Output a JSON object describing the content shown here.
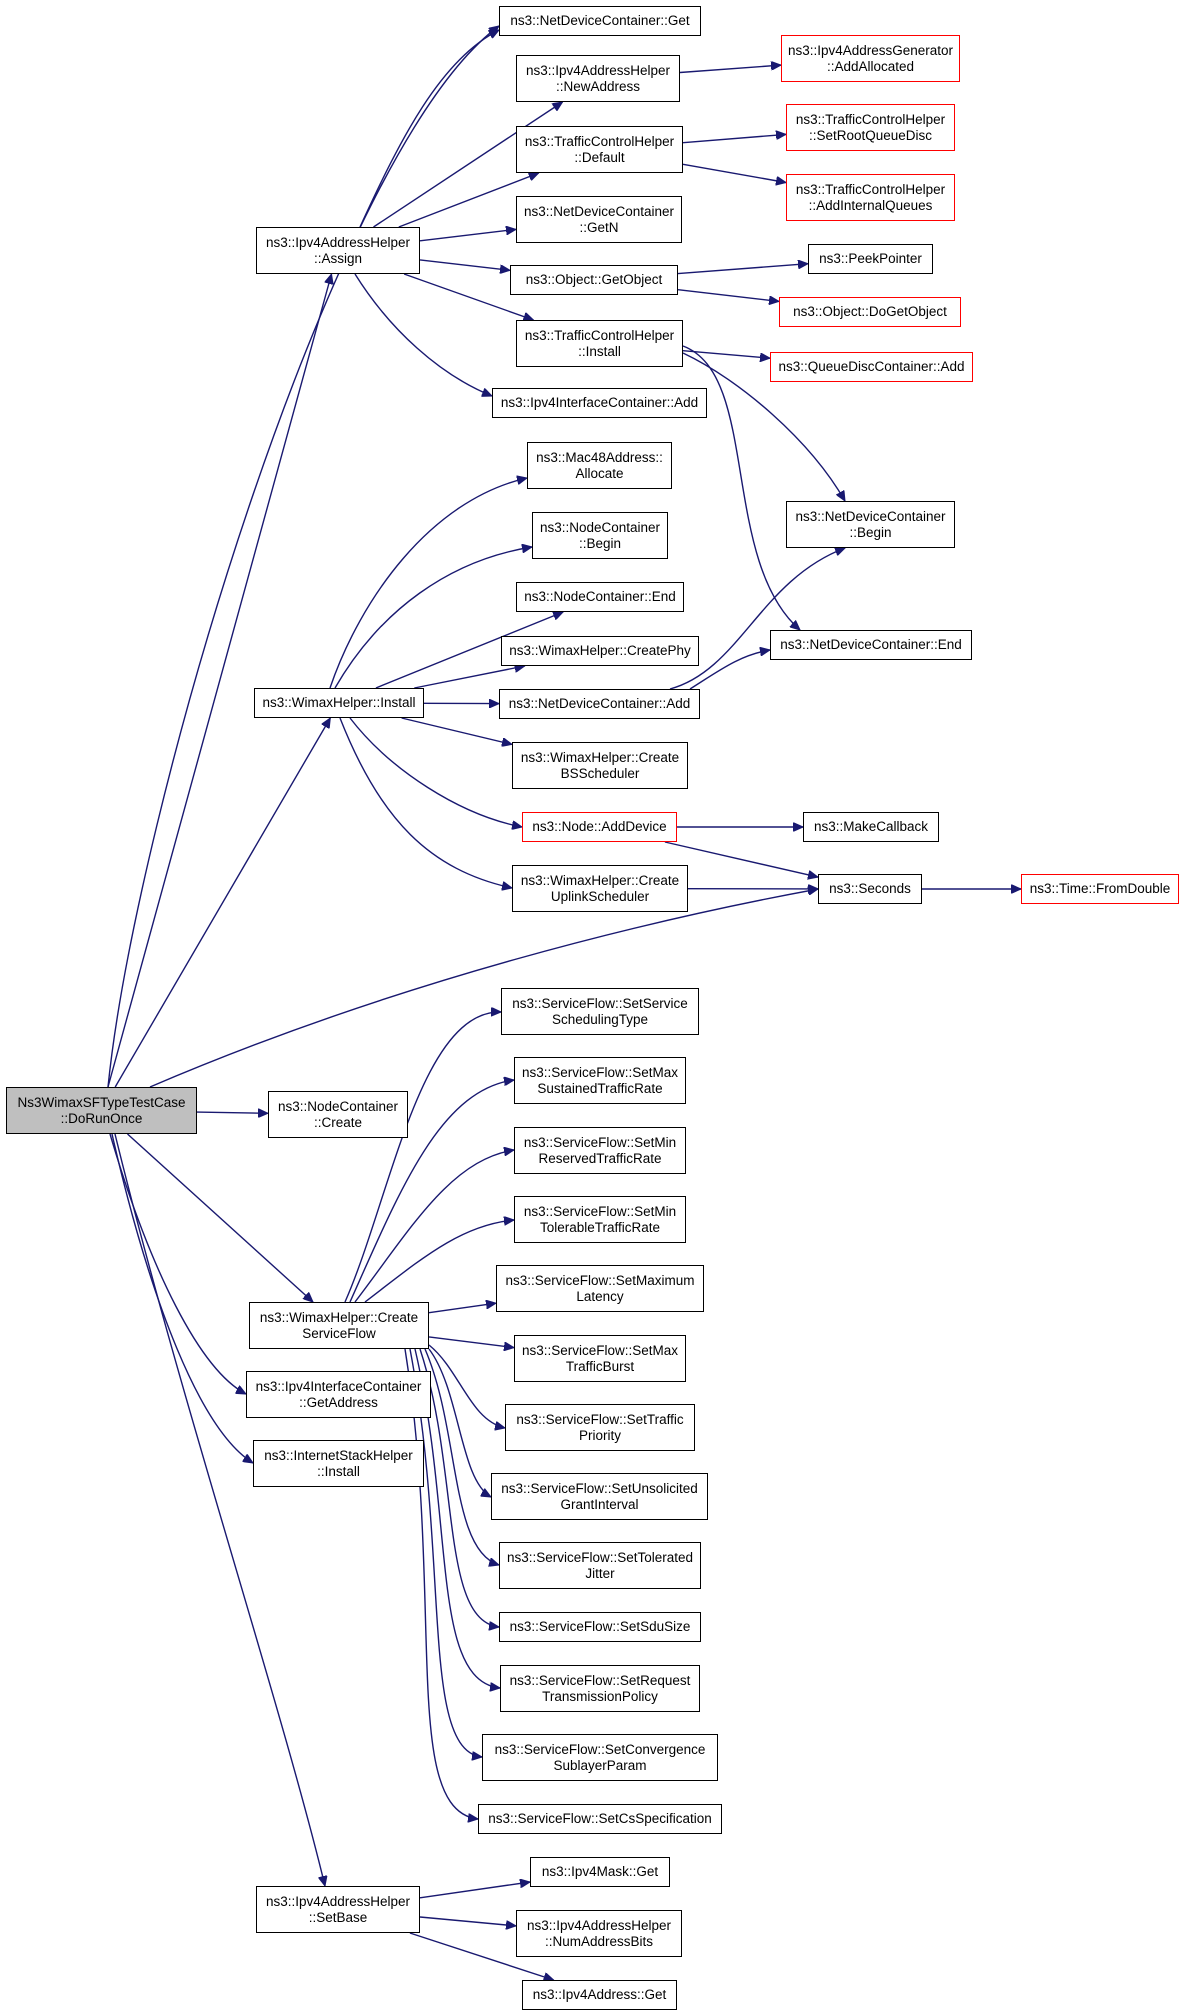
{
  "colors": {
    "edge": "#191970",
    "node_border": "#000000",
    "external_border": "#ff0000",
    "root_fill": "#bfbfbf"
  },
  "nodes": [
    {
      "id": "root",
      "lines": [
        "Ns3WimaxSFTypeTestCase",
        "::DoRunOnce"
      ],
      "style": "root"
    },
    {
      "id": "ndc_get",
      "lines": [
        "ns3::NetDeviceContainer::Get"
      ],
      "style": "normal"
    },
    {
      "id": "ipv4_newaddr",
      "lines": [
        "ns3::Ipv4AddressHelper",
        "::NewAddress"
      ],
      "style": "normal"
    },
    {
      "id": "ipv4gen_addalloc",
      "lines": [
        "ns3::Ipv4AddressGenerator",
        "::AddAllocated"
      ],
      "style": "external"
    },
    {
      "id": "tch_default",
      "lines": [
        "ns3::TrafficControlHelper",
        "::Default"
      ],
      "style": "normal"
    },
    {
      "id": "tch_setroot",
      "lines": [
        "ns3::TrafficControlHelper",
        "::SetRootQueueDisc"
      ],
      "style": "external"
    },
    {
      "id": "tch_addinternal",
      "lines": [
        "ns3::TrafficControlHelper",
        "::AddInternalQueues"
      ],
      "style": "external"
    },
    {
      "id": "ipv4_assign",
      "lines": [
        "ns3::Ipv4AddressHelper",
        "::Assign"
      ],
      "style": "normal"
    },
    {
      "id": "ndc_getn",
      "lines": [
        "ns3::NetDeviceContainer",
        "::GetN"
      ],
      "style": "normal"
    },
    {
      "id": "obj_getobject",
      "lines": [
        "ns3::Object::GetObject"
      ],
      "style": "normal"
    },
    {
      "id": "peekpointer",
      "lines": [
        "ns3::PeekPointer"
      ],
      "style": "normal"
    },
    {
      "id": "obj_dogetobject",
      "lines": [
        "ns3::Object::DoGetObject"
      ],
      "style": "external"
    },
    {
      "id": "tch_install",
      "lines": [
        "ns3::TrafficControlHelper",
        "::Install"
      ],
      "style": "normal"
    },
    {
      "id": "qdc_add",
      "lines": [
        "ns3::QueueDiscContainer::Add"
      ],
      "style": "external"
    },
    {
      "id": "ipv4ic_add",
      "lines": [
        "ns3::Ipv4InterfaceContainer::Add"
      ],
      "style": "normal"
    },
    {
      "id": "mac48_alloc",
      "lines": [
        "ns3::Mac48Address::",
        "Allocate"
      ],
      "style": "normal"
    },
    {
      "id": "ndc_begin",
      "lines": [
        "ns3::NetDeviceContainer",
        "::Begin"
      ],
      "style": "normal"
    },
    {
      "id": "nc_begin",
      "lines": [
        "ns3::NodeContainer",
        "::Begin"
      ],
      "style": "normal"
    },
    {
      "id": "nc_end",
      "lines": [
        "ns3::NodeContainer::End"
      ],
      "style": "normal"
    },
    {
      "id": "ndc_end",
      "lines": [
        "ns3::NetDeviceContainer::End"
      ],
      "style": "normal"
    },
    {
      "id": "wh_createphy",
      "lines": [
        "ns3::WimaxHelper::CreatePhy"
      ],
      "style": "normal"
    },
    {
      "id": "wh_install",
      "lines": [
        "ns3::WimaxHelper::Install"
      ],
      "style": "normal"
    },
    {
      "id": "ndc_add",
      "lines": [
        "ns3::NetDeviceContainer::Add"
      ],
      "style": "normal"
    },
    {
      "id": "wh_createbs",
      "lines": [
        "ns3::WimaxHelper::Create",
        "BSScheduler"
      ],
      "style": "normal"
    },
    {
      "id": "node_adddevice",
      "lines": [
        "ns3::Node::AddDevice"
      ],
      "style": "external"
    },
    {
      "id": "makecallback",
      "lines": [
        "ns3::MakeCallback"
      ],
      "style": "normal"
    },
    {
      "id": "wh_createul",
      "lines": [
        "ns3::WimaxHelper::Create",
        "UplinkScheduler"
      ],
      "style": "normal"
    },
    {
      "id": "seconds",
      "lines": [
        "ns3::Seconds"
      ],
      "style": "normal"
    },
    {
      "id": "time_fromdouble",
      "lines": [
        "ns3::Time::FromDouble"
      ],
      "style": "external"
    },
    {
      "id": "sf_setsched",
      "lines": [
        "ns3::ServiceFlow::SetService",
        "SchedulingType"
      ],
      "style": "normal"
    },
    {
      "id": "nc_create",
      "lines": [
        "ns3::NodeContainer",
        "::Create"
      ],
      "style": "normal"
    },
    {
      "id": "sf_setmaxsus",
      "lines": [
        "ns3::ServiceFlow::SetMax",
        "SustainedTrafficRate"
      ],
      "style": "normal"
    },
    {
      "id": "sf_setminres",
      "lines": [
        "ns3::ServiceFlow::SetMin",
        "ReservedTrafficRate"
      ],
      "style": "normal"
    },
    {
      "id": "sf_setmintol",
      "lines": [
        "ns3::ServiceFlow::SetMin",
        "TolerableTrafficRate"
      ],
      "style": "normal"
    },
    {
      "id": "sf_setmaxlat",
      "lines": [
        "ns3::ServiceFlow::SetMaximum",
        "Latency"
      ],
      "style": "normal"
    },
    {
      "id": "wh_createsf",
      "lines": [
        "ns3::WimaxHelper::Create",
        "ServiceFlow"
      ],
      "style": "normal"
    },
    {
      "id": "sf_setmaxburst",
      "lines": [
        "ns3::ServiceFlow::SetMax",
        "TrafficBurst"
      ],
      "style": "normal"
    },
    {
      "id": "ipv4ic_getaddr",
      "lines": [
        "ns3::Ipv4InterfaceContainer",
        "::GetAddress"
      ],
      "style": "normal"
    },
    {
      "id": "sf_setprio",
      "lines": [
        "ns3::ServiceFlow::SetTraffic",
        "Priority"
      ],
      "style": "normal"
    },
    {
      "id": "ish_install",
      "lines": [
        "ns3::InternetStackHelper",
        "::Install"
      ],
      "style": "normal"
    },
    {
      "id": "sf_setunsol",
      "lines": [
        "ns3::ServiceFlow::SetUnsolicited",
        "GrantInterval"
      ],
      "style": "normal"
    },
    {
      "id": "sf_settoljitter",
      "lines": [
        "ns3::ServiceFlow::SetTolerated",
        "Jitter"
      ],
      "style": "normal"
    },
    {
      "id": "sf_setsdusize",
      "lines": [
        "ns3::ServiceFlow::SetSduSize"
      ],
      "style": "normal"
    },
    {
      "id": "sf_setreqtx",
      "lines": [
        "ns3::ServiceFlow::SetRequest",
        "TransmissionPolicy"
      ],
      "style": "normal"
    },
    {
      "id": "sf_setconv",
      "lines": [
        "ns3::ServiceFlow::SetConvergence",
        "SublayerParam"
      ],
      "style": "normal"
    },
    {
      "id": "sf_setcsspec",
      "lines": [
        "ns3::ServiceFlow::SetCsSpecification"
      ],
      "style": "normal"
    },
    {
      "id": "ipv4mask_get",
      "lines": [
        "ns3::Ipv4Mask::Get"
      ],
      "style": "normal"
    },
    {
      "id": "ipv4_setbase",
      "lines": [
        "ns3::Ipv4AddressHelper",
        "::SetBase"
      ],
      "style": "normal"
    },
    {
      "id": "ipv4_numbits",
      "lines": [
        "ns3::Ipv4AddressHelper",
        "::NumAddressBits"
      ],
      "style": "normal"
    },
    {
      "id": "ipv4addr_get",
      "lines": [
        "ns3::Ipv4Address::Get"
      ],
      "style": "normal"
    }
  ],
  "edges": [
    {
      "from": "root",
      "to": "ndc_get"
    },
    {
      "from": "root",
      "to": "ipv4_assign"
    },
    {
      "from": "root",
      "to": "wh_install"
    },
    {
      "from": "root",
      "to": "seconds"
    },
    {
      "from": "root",
      "to": "nc_create"
    },
    {
      "from": "root",
      "to": "wh_createsf"
    },
    {
      "from": "root",
      "to": "ipv4ic_getaddr"
    },
    {
      "from": "root",
      "to": "ish_install"
    },
    {
      "from": "root",
      "to": "ipv4_setbase"
    },
    {
      "from": "ipv4_newaddr",
      "to": "ipv4gen_addalloc"
    },
    {
      "from": "tch_default",
      "to": "tch_setroot"
    },
    {
      "from": "tch_default",
      "to": "tch_addinternal"
    },
    {
      "from": "ipv4_assign",
      "to": "ndc_get"
    },
    {
      "from": "ipv4_assign",
      "to": "ipv4_newaddr"
    },
    {
      "from": "ipv4_assign",
      "to": "tch_default"
    },
    {
      "from": "ipv4_assign",
      "to": "ndc_getn"
    },
    {
      "from": "ipv4_assign",
      "to": "obj_getobject"
    },
    {
      "from": "ipv4_assign",
      "to": "tch_install"
    },
    {
      "from": "ipv4_assign",
      "to": "ipv4ic_add"
    },
    {
      "from": "obj_getobject",
      "to": "peekpointer"
    },
    {
      "from": "obj_getobject",
      "to": "obj_dogetobject"
    },
    {
      "from": "tch_install",
      "to": "qdc_add"
    },
    {
      "from": "tch_install",
      "to": "ndc_begin"
    },
    {
      "from": "tch_install",
      "to": "ndc_end"
    },
    {
      "from": "wh_install",
      "to": "mac48_alloc"
    },
    {
      "from": "wh_install",
      "to": "nc_begin"
    },
    {
      "from": "wh_install",
      "to": "nc_end"
    },
    {
      "from": "wh_install",
      "to": "wh_createphy"
    },
    {
      "from": "wh_install",
      "to": "ndc_add"
    },
    {
      "from": "wh_install",
      "to": "wh_createbs"
    },
    {
      "from": "wh_install",
      "to": "node_adddevice"
    },
    {
      "from": "wh_install",
      "to": "wh_createul"
    },
    {
      "from": "ndc_add",
      "to": "ndc_begin"
    },
    {
      "from": "ndc_add",
      "to": "ndc_end"
    },
    {
      "from": "node_adddevice",
      "to": "makecallback"
    },
    {
      "from": "node_adddevice",
      "to": "seconds"
    },
    {
      "from": "wh_createul",
      "to": "seconds"
    },
    {
      "from": "seconds",
      "to": "time_fromdouble"
    },
    {
      "from": "wh_createsf",
      "to": "sf_setsched"
    },
    {
      "from": "wh_createsf",
      "to": "sf_setmaxsus"
    },
    {
      "from": "wh_createsf",
      "to": "sf_setminres"
    },
    {
      "from": "wh_createsf",
      "to": "sf_setmintol"
    },
    {
      "from": "wh_createsf",
      "to": "sf_setmaxlat"
    },
    {
      "from": "wh_createsf",
      "to": "sf_setmaxburst"
    },
    {
      "from": "wh_createsf",
      "to": "sf_setprio"
    },
    {
      "from": "wh_createsf",
      "to": "sf_setunsol"
    },
    {
      "from": "wh_createsf",
      "to": "sf_settoljitter"
    },
    {
      "from": "wh_createsf",
      "to": "sf_setsdusize"
    },
    {
      "from": "wh_createsf",
      "to": "sf_setreqtx"
    },
    {
      "from": "wh_createsf",
      "to": "sf_setconv"
    },
    {
      "from": "wh_createsf",
      "to": "sf_setcsspec"
    },
    {
      "from": "ipv4_setbase",
      "to": "ipv4mask_get"
    },
    {
      "from": "ipv4_setbase",
      "to": "ipv4_numbits"
    },
    {
      "from": "ipv4_setbase",
      "to": "ipv4addr_get"
    }
  ]
}
